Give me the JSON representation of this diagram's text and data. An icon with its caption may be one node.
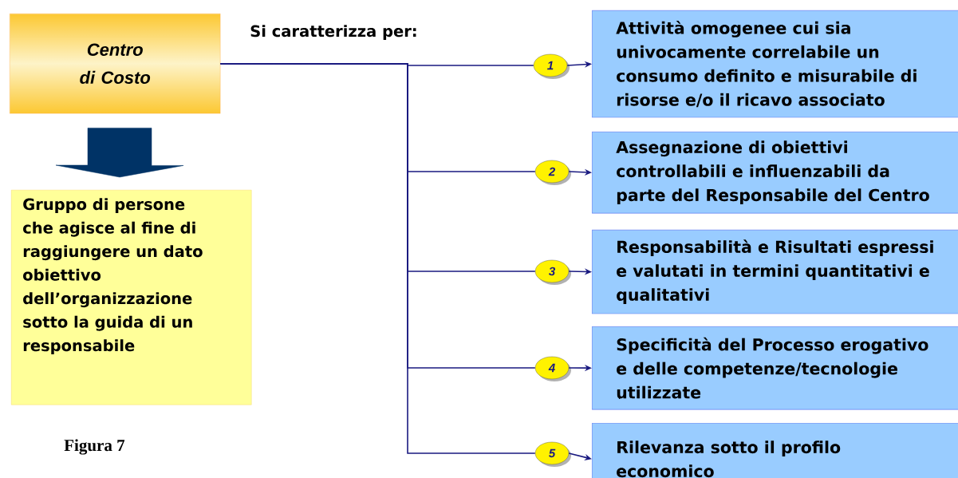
{
  "diagram": {
    "caption": "Figura 7",
    "nodes": [
      {
        "text": [
          "Centro di Costo"
        ]
      },
      {
        "text": [
          "Gruppo di persone che agisce al fine di raggiungere un dato obiettivo dell’organizzazione sotto la guida di un responsabile"
        ]
      },
      {
        "text": [
          "Attività omogenee cui sia univocamente correlabile un consumo definito e misurabile di risorse e/o il ricavo associato"
        ]
      },
      {
        "text": [
          "Assegnazione di obiettivi controllabili e influenzabili da parte del Responsabile del Centro"
        ]
      },
      {
        "text": [
          "Responsabilità e Risultati espressi e valutati in termini quantitativi e qualitativi"
        ]
      },
      {
        "text": [
          "Specificità del Processo erogativo e delle competenze/tecnologie utilizzate"
        ]
      },
      {
        "text": [
          "Rilevanza sotto il profilo economico"
        ]
      },
      {
        "text": [
          "1"
        ]
      },
      {
        "text": [
          "2"
        ]
      },
      {
        "text": [
          "3"
        ]
      },
      {
        "text": [
          "4"
        ]
      },
      {
        "text": [
          "5"
        ]
      }
    ],
    "edges": [
      {
        "from": 0,
        "to": 1,
        "arrow": "to",
        "style": "thick",
        "color": "#003366"
      },
      {
        "from": 0,
        "to": 7,
        "arrow": "none"
      },
      {
        "from": 0,
        "to": 8,
        "arrow": "none"
      },
      {
        "from": 0,
        "to": 9,
        "arrow": "none"
      },
      {
        "from": 0,
        "to": 10,
        "arrow": "none"
      },
      {
        "from": 0,
        "to": 11,
        "arrow": "none"
      },
      {
        "from": 7,
        "to": 2,
        "arrow": "to"
      },
      {
        "from": 8,
        "to": 3,
        "arrow": "to"
      },
      {
        "from": 9,
        "to": 4,
        "arrow": "to"
      },
      {
        "from": 10,
        "to": 5,
        "arrow": "to"
      },
      {
        "from": 11,
        "to": 6,
        "arrow": "to"
      }
    ],
    "labels": [
      "Si caratterizza per:"
    ]
  }
}
